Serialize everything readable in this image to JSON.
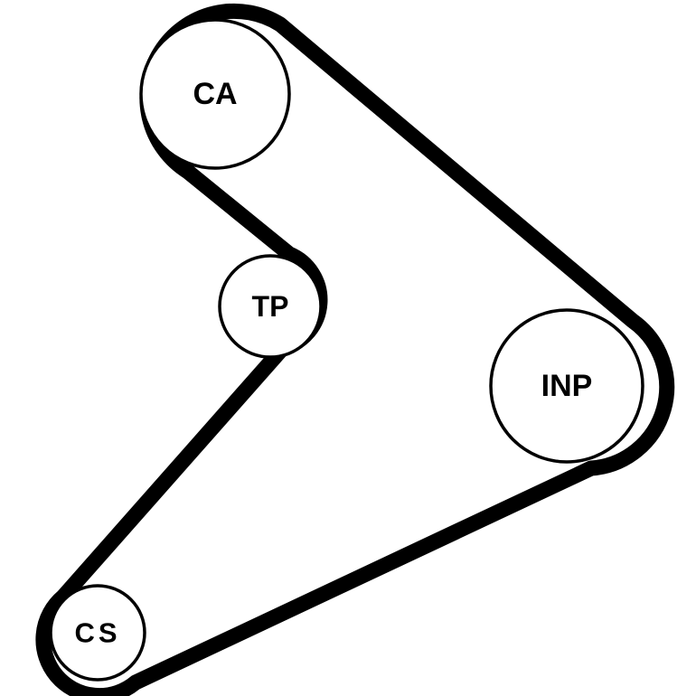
{
  "pulleys": {
    "ca": {
      "label": "CA"
    },
    "tp": {
      "label": "TP"
    },
    "inp": {
      "label": "INP"
    },
    "cs": {
      "label": "CS"
    }
  },
  "colors": {
    "belt": "#000000",
    "pulley_fill": "#ffffff",
    "background": "#ffffff"
  }
}
